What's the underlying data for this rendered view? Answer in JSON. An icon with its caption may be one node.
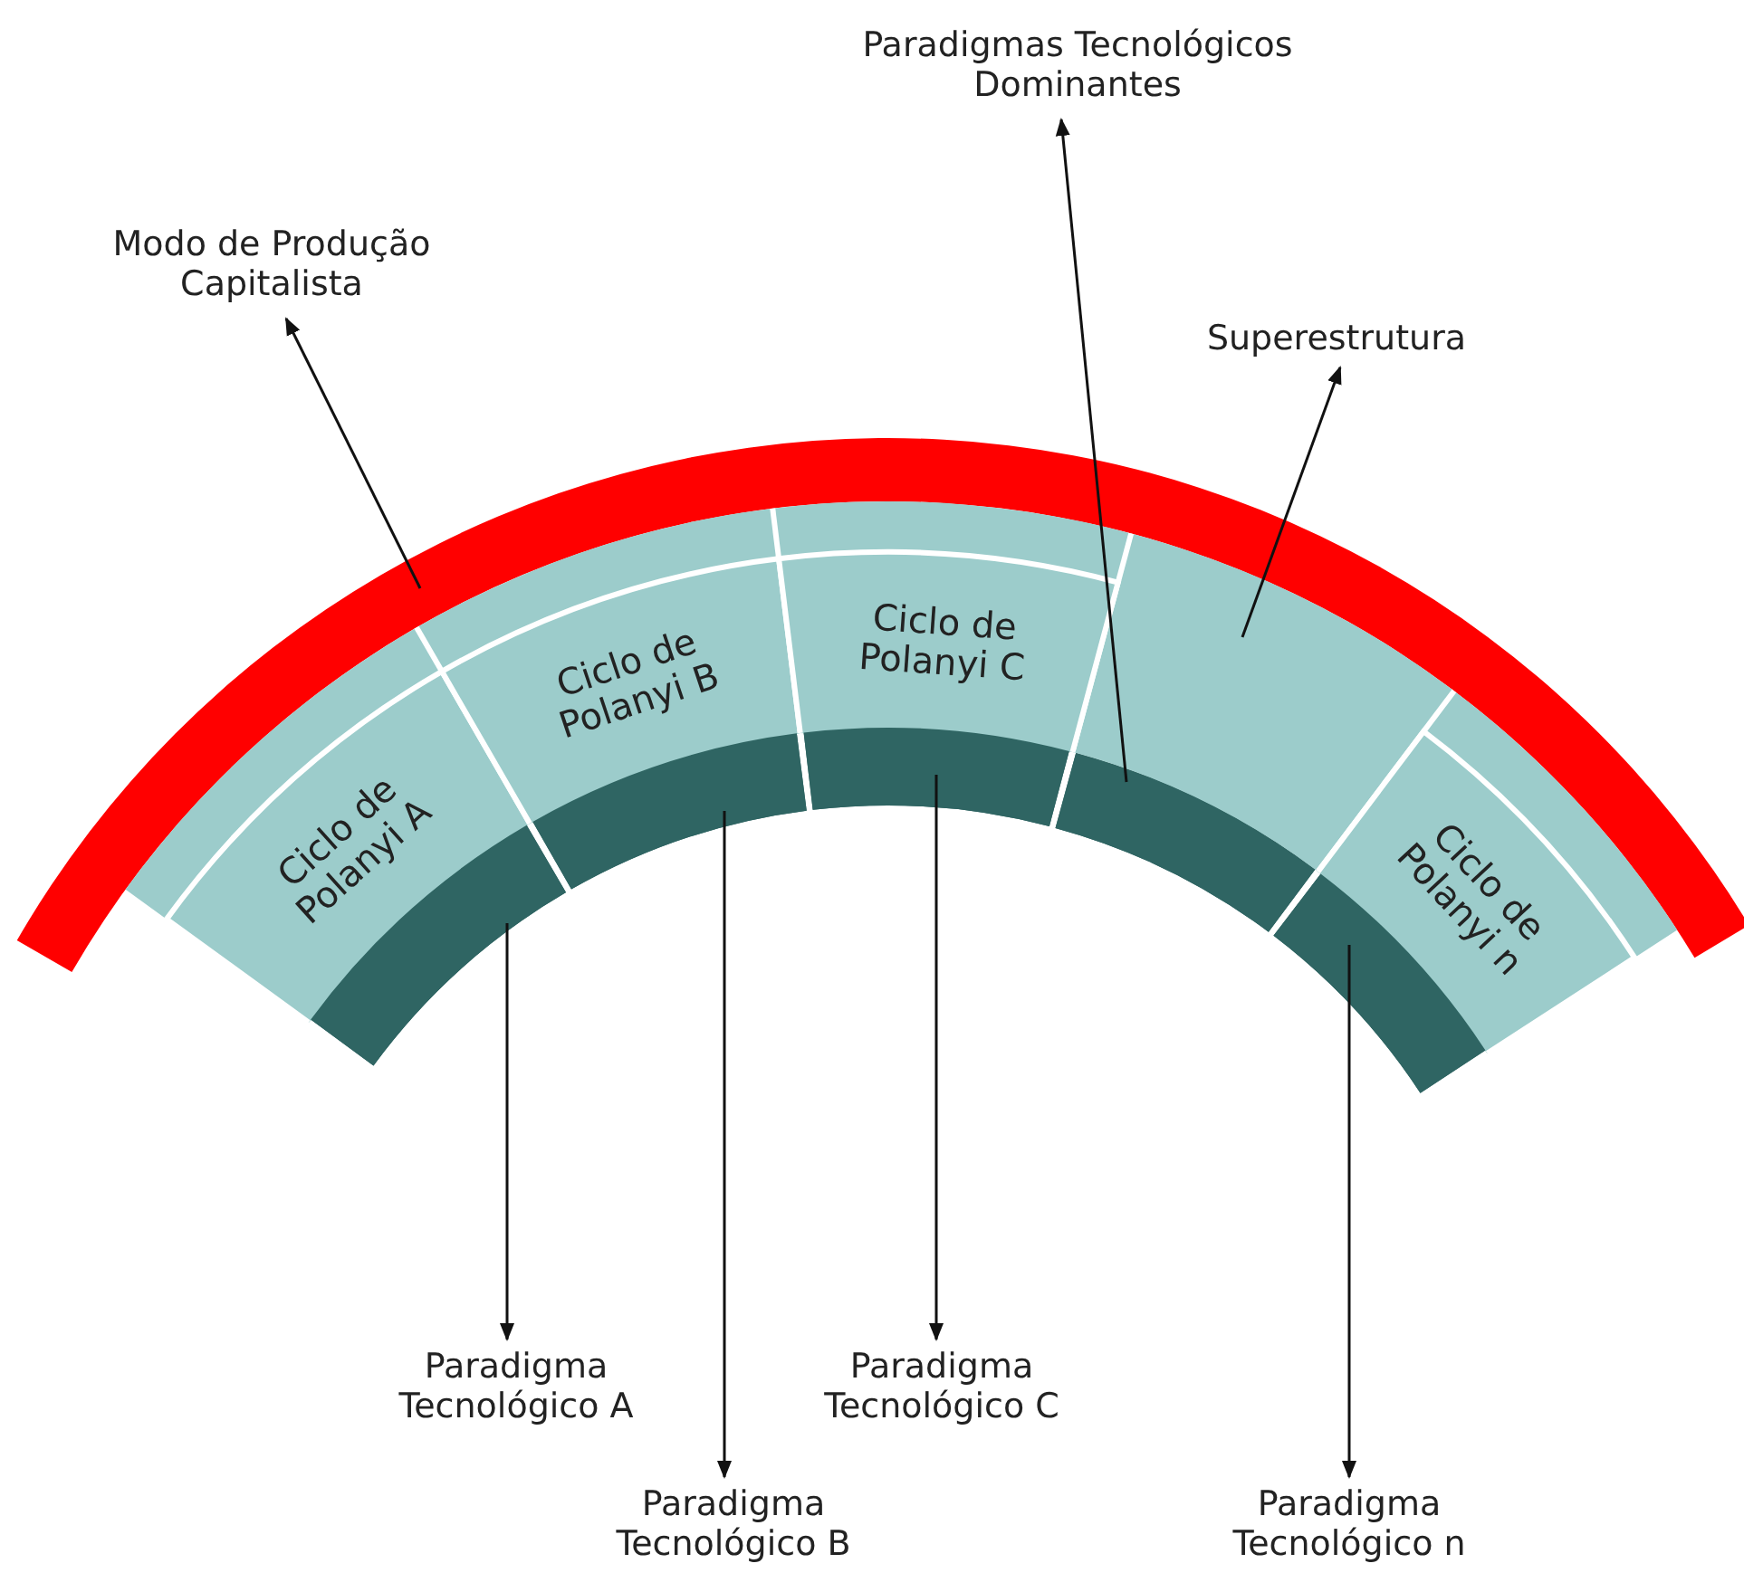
{
  "diagram": {
    "nodes": [
      {
        "text": [
          "Modo de Produção Capitalista"
        ]
      },
      {
        "text": [
          "Paradigmas Tecnológicos Dominantes"
        ]
      },
      {
        "text": [
          "Superestrutura"
        ]
      },
      {
        "text": [],
        "shape": "band"
      },
      {
        "text": [],
        "shape": "band"
      },
      {
        "text": [
          "Ciclo de Polanyi A"
        ],
        "in": 4
      },
      {
        "text": [
          "Ciclo de Polanyi B"
        ],
        "in": 4
      },
      {
        "text": [
          "Ciclo de Polanyi C"
        ],
        "in": 4
      },
      {
        "text": [
          "Ciclo de Polanyi n"
        ],
        "in": 4
      },
      {
        "text": [],
        "shape": "band"
      },
      {
        "text": [],
        "shape": "band"
      },
      {
        "text": [],
        "shape": "band"
      },
      {
        "text": [],
        "shape": "band"
      },
      {
        "text": [],
        "shape": "band"
      },
      {
        "text": [
          "Paradigma Tecnológico A"
        ]
      },
      {
        "text": [
          "Paradigma Tecnológico B"
        ]
      },
      {
        "text": [
          "Paradigma Tecnológico C"
        ]
      },
      {
        "text": [
          "Paradigma Tecnológico n"
        ]
      }
    ],
    "edges": [
      {
        "from": 3,
        "to": 0,
        "arrow": "to"
      },
      {
        "from": 12,
        "to": 1,
        "arrow": "to"
      },
      {
        "from": 4,
        "to": 2,
        "arrow": "to"
      },
      {
        "from": 9,
        "to": 14,
        "arrow": "to"
      },
      {
        "from": 10,
        "to": 15,
        "arrow": "to"
      },
      {
        "from": 11,
        "to": 16,
        "arrow": "to"
      },
      {
        "from": 13,
        "to": 17,
        "arrow": "to"
      }
    ]
  }
}
